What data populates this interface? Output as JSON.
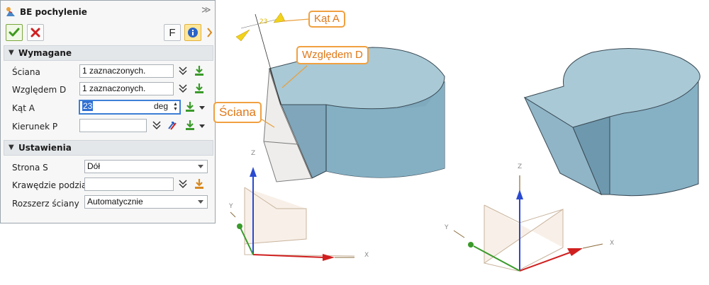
{
  "panel": {
    "title": "BE pochylenie",
    "toolbar": {
      "f_label": "F"
    },
    "sections": {
      "required": "Wymagane",
      "settings": "Ustawienia"
    },
    "rows": {
      "face_label": "Ściana",
      "face_value": "1 zaznaczonych.",
      "ref_label": "Względem D",
      "ref_value": "1 zaznaczonych.",
      "angle_label": "Kąt A",
      "angle_value": "23",
      "angle_unit": "deg",
      "dir_label": "Kierunek P",
      "dir_value": "",
      "side_label": "Strona S",
      "side_value": "Dół",
      "split_label": "Krawędzie podziału",
      "split_value": "",
      "extend_label": "Rozszerz ściany",
      "extend_value": "Automatycznie"
    }
  },
  "viewport": {
    "callouts": {
      "angle": "Kąt A",
      "ref": "Względem D",
      "face": "Ściana"
    },
    "angle_marker": "23",
    "triads": [
      {
        "x": "X",
        "y": "Y",
        "z": "Z"
      },
      {
        "x": "X",
        "y": "Y",
        "z": "Z"
      }
    ]
  },
  "colors": {
    "solid_top": "#a9c9d6",
    "solid_side": "#7fa9bd",
    "callout_border": "#f0a040",
    "callout_text": "#e07818",
    "accept": "#3f9a1d",
    "cancel": "#d02020"
  }
}
